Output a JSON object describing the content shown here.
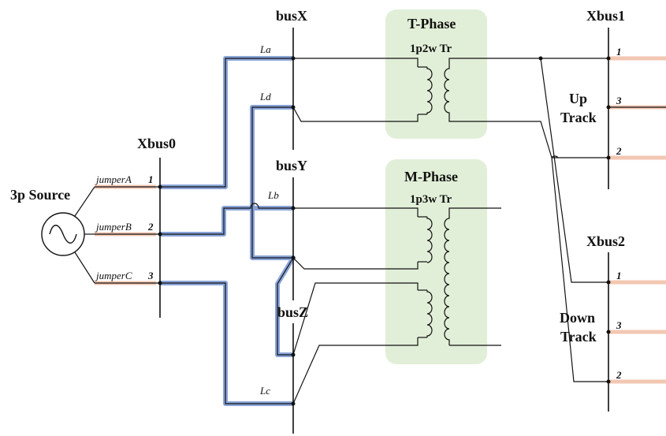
{
  "colors": {
    "phase_box": "#e2efd8",
    "jumper": "#f2c7b2",
    "highlight": "#7e9bd4",
    "wire": "#111111"
  },
  "source": {
    "label": "3p Source"
  },
  "buses": {
    "xbus0": "Xbus0",
    "busX": "busX",
    "busY": "busY",
    "busZ": "busZ",
    "xbus1": "Xbus1",
    "xbus2": "Xbus2"
  },
  "jumpers": [
    "jumperA",
    "jumperB",
    "jumperC"
  ],
  "xbus0_nodes": [
    "1",
    "2",
    "3"
  ],
  "lines": [
    "La",
    "Ld",
    "Lb",
    "Lc"
  ],
  "t_phase": {
    "title": "T-Phase",
    "transformer": "1p2w Tr"
  },
  "m_phase": {
    "title": "M-Phase",
    "transformer": "1p3w Tr"
  },
  "up_track": {
    "line1": "Up",
    "line2": "Track",
    "nodes": [
      "1",
      "3",
      "2"
    ]
  },
  "down_track": {
    "line1": "Down",
    "line2": "Track",
    "nodes": [
      "1",
      "3",
      "2"
    ]
  }
}
